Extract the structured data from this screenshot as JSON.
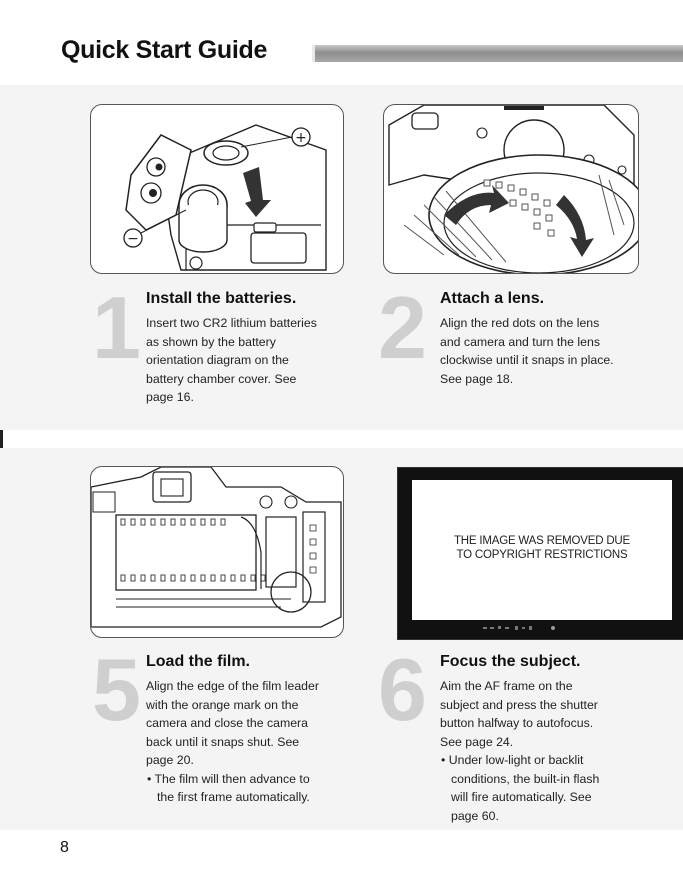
{
  "page": {
    "title": "Quick Start Guide",
    "page_number": "8"
  },
  "steps": [
    {
      "number": "1",
      "title": "Install the batteries.",
      "body": [
        "Insert two CR2 lithium batteries",
        "as shown by the battery",
        "orientation diagram on the",
        "battery chamber cover. See",
        "page 16."
      ]
    },
    {
      "number": "2",
      "title": "Attach a lens.",
      "body": [
        "Align the red dots on the lens",
        "and camera and turn the lens",
        "clockwise until it snaps in place.",
        "See page 18."
      ]
    },
    {
      "number": "5",
      "title": "Load the film.",
      "body": [
        "Align the edge of the film leader",
        "with the orange mark on the",
        "camera and close the camera",
        "back until it snaps shut. See",
        "page 20."
      ],
      "bullets": [
        "• The film will then advance to",
        "the first frame automatically."
      ]
    },
    {
      "number": "6",
      "title": "Focus the subject.",
      "body": [
        "Aim the AF frame on the",
        "subject and press the shutter",
        "button halfway to autofocus.",
        "See page 24."
      ],
      "bullets": [
        "• Under low-light or backlit",
        "conditions, the built-in flash",
        "will fire automatically. See",
        "page 60."
      ]
    }
  ],
  "battery_diagram": {
    "plus_symbol": "+",
    "minus_symbol": "−"
  },
  "removed_notice": {
    "line1": "THE IMAGE WAS REMOVED DUE",
    "line2": "TO COPYRIGHT RESTRICTIONS"
  },
  "colors": {
    "band_background": "#f4f4f4",
    "step_numeral": "#cfcfcf"
  }
}
